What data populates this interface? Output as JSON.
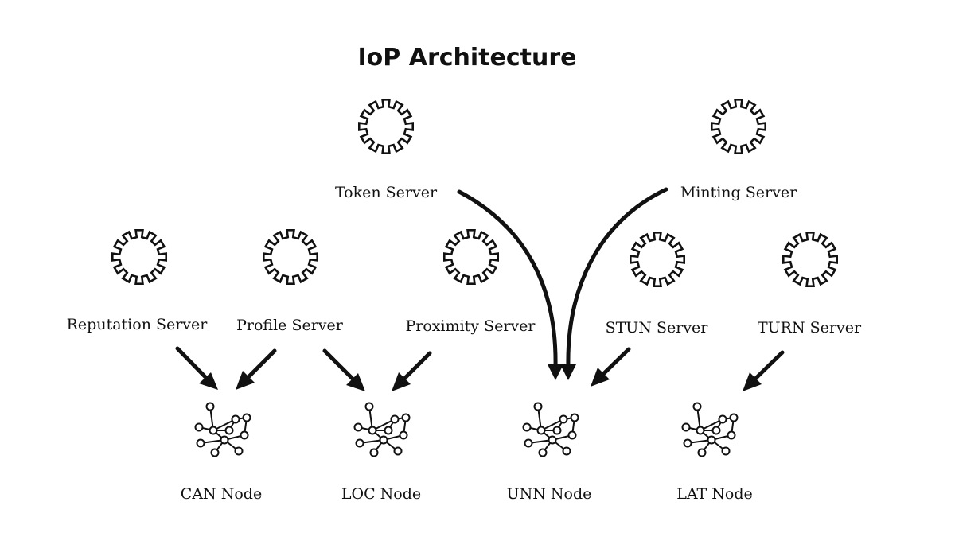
{
  "title": "IoP Architecture",
  "top_servers": [
    {
      "id": "token",
      "label": "Token Server",
      "icon": "gear-icon"
    },
    {
      "id": "minting",
      "label": "Minting Server",
      "icon": "gear-icon"
    }
  ],
  "servers": [
    {
      "id": "reputation",
      "label": "Reputation Server",
      "icon": "gear-icon"
    },
    {
      "id": "profile",
      "label": "Profile Server",
      "icon": "gear-icon"
    },
    {
      "id": "proximity",
      "label": "Proximity Server",
      "icon": "gear-icon"
    },
    {
      "id": "stun",
      "label": "STUN Server",
      "icon": "gear-icon"
    },
    {
      "id": "turn",
      "label": "TURN Server",
      "icon": "gear-icon"
    }
  ],
  "nodes": [
    {
      "id": "can",
      "label": "CAN Node",
      "icon": "network-graph-icon"
    },
    {
      "id": "loc",
      "label": "LOC Node",
      "icon": "network-graph-icon"
    },
    {
      "id": "unn",
      "label": "UNN Node",
      "icon": "network-graph-icon"
    },
    {
      "id": "lat",
      "label": "LAT Node",
      "icon": "network-graph-icon"
    }
  ],
  "connections": [
    {
      "from": "reputation",
      "to": "can"
    },
    {
      "from": "profile",
      "to": "can"
    },
    {
      "from": "profile",
      "to": "loc"
    },
    {
      "from": "proximity",
      "to": "loc"
    },
    {
      "from": "token",
      "to": "unn"
    },
    {
      "from": "minting",
      "to": "unn"
    },
    {
      "from": "stun",
      "to": "unn"
    },
    {
      "from": "turn",
      "to": "lat"
    }
  ]
}
